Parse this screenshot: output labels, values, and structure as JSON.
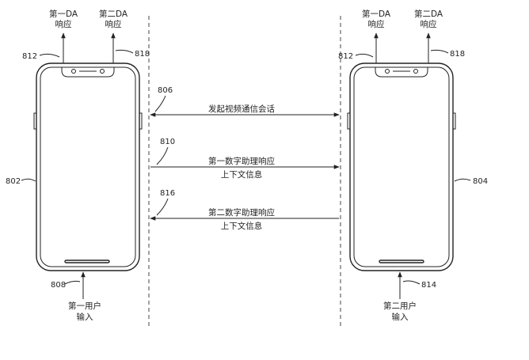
{
  "left_device": {
    "ref": "802",
    "top_left_ref": "812",
    "top_right_ref": "818",
    "input_ref": "808",
    "da1": [
      "第一DA",
      "响应"
    ],
    "da2": [
      "第二DA",
      "响应"
    ],
    "input": [
      "第一用户",
      "输入"
    ]
  },
  "right_device": {
    "ref": "804",
    "top_left_ref": "812",
    "top_right_ref": "818",
    "input_ref": "814",
    "da1": [
      "第一DA",
      "响应"
    ],
    "da2": [
      "第二DA",
      "响应"
    ],
    "input": [
      "第二用户",
      "输入"
    ]
  },
  "messages": [
    {
      "ref": "806",
      "lines": [
        "发起视频通信会话"
      ],
      "direction": "both"
    },
    {
      "ref": "810",
      "lines": [
        "第一数字助理响应",
        "上下文信息"
      ],
      "direction": "right"
    },
    {
      "ref": "816",
      "lines": [
        "第二数字助理响应",
        "上下文信息"
      ],
      "direction": "left"
    }
  ]
}
